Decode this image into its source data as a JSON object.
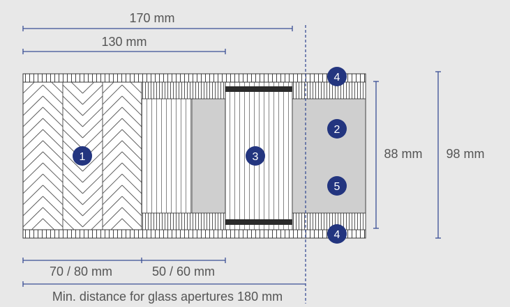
{
  "dimensions": {
    "top_long": "170 mm",
    "top_short": "130 mm",
    "right_inner": "88 mm",
    "right_outer": "98 mm",
    "bottom_left": "70 / 80 mm",
    "bottom_mid": "50 / 60  mm",
    "bottom_total": "Min. distance for glass apertures 180 mm"
  },
  "badges": {
    "b1": "1",
    "b2": "2",
    "b3": "3",
    "b4_top": "4",
    "b4_bottom": "4",
    "b5": "5"
  },
  "colors": {
    "background": "#e8e8e8",
    "dimension_line": "#3a4f95",
    "badge_fill": "#23357f",
    "panel_fill": "#ffffff",
    "insulation_fill": "#cfcfcf",
    "seal_fill": "#2b2b2b",
    "outline": "#333333"
  }
}
